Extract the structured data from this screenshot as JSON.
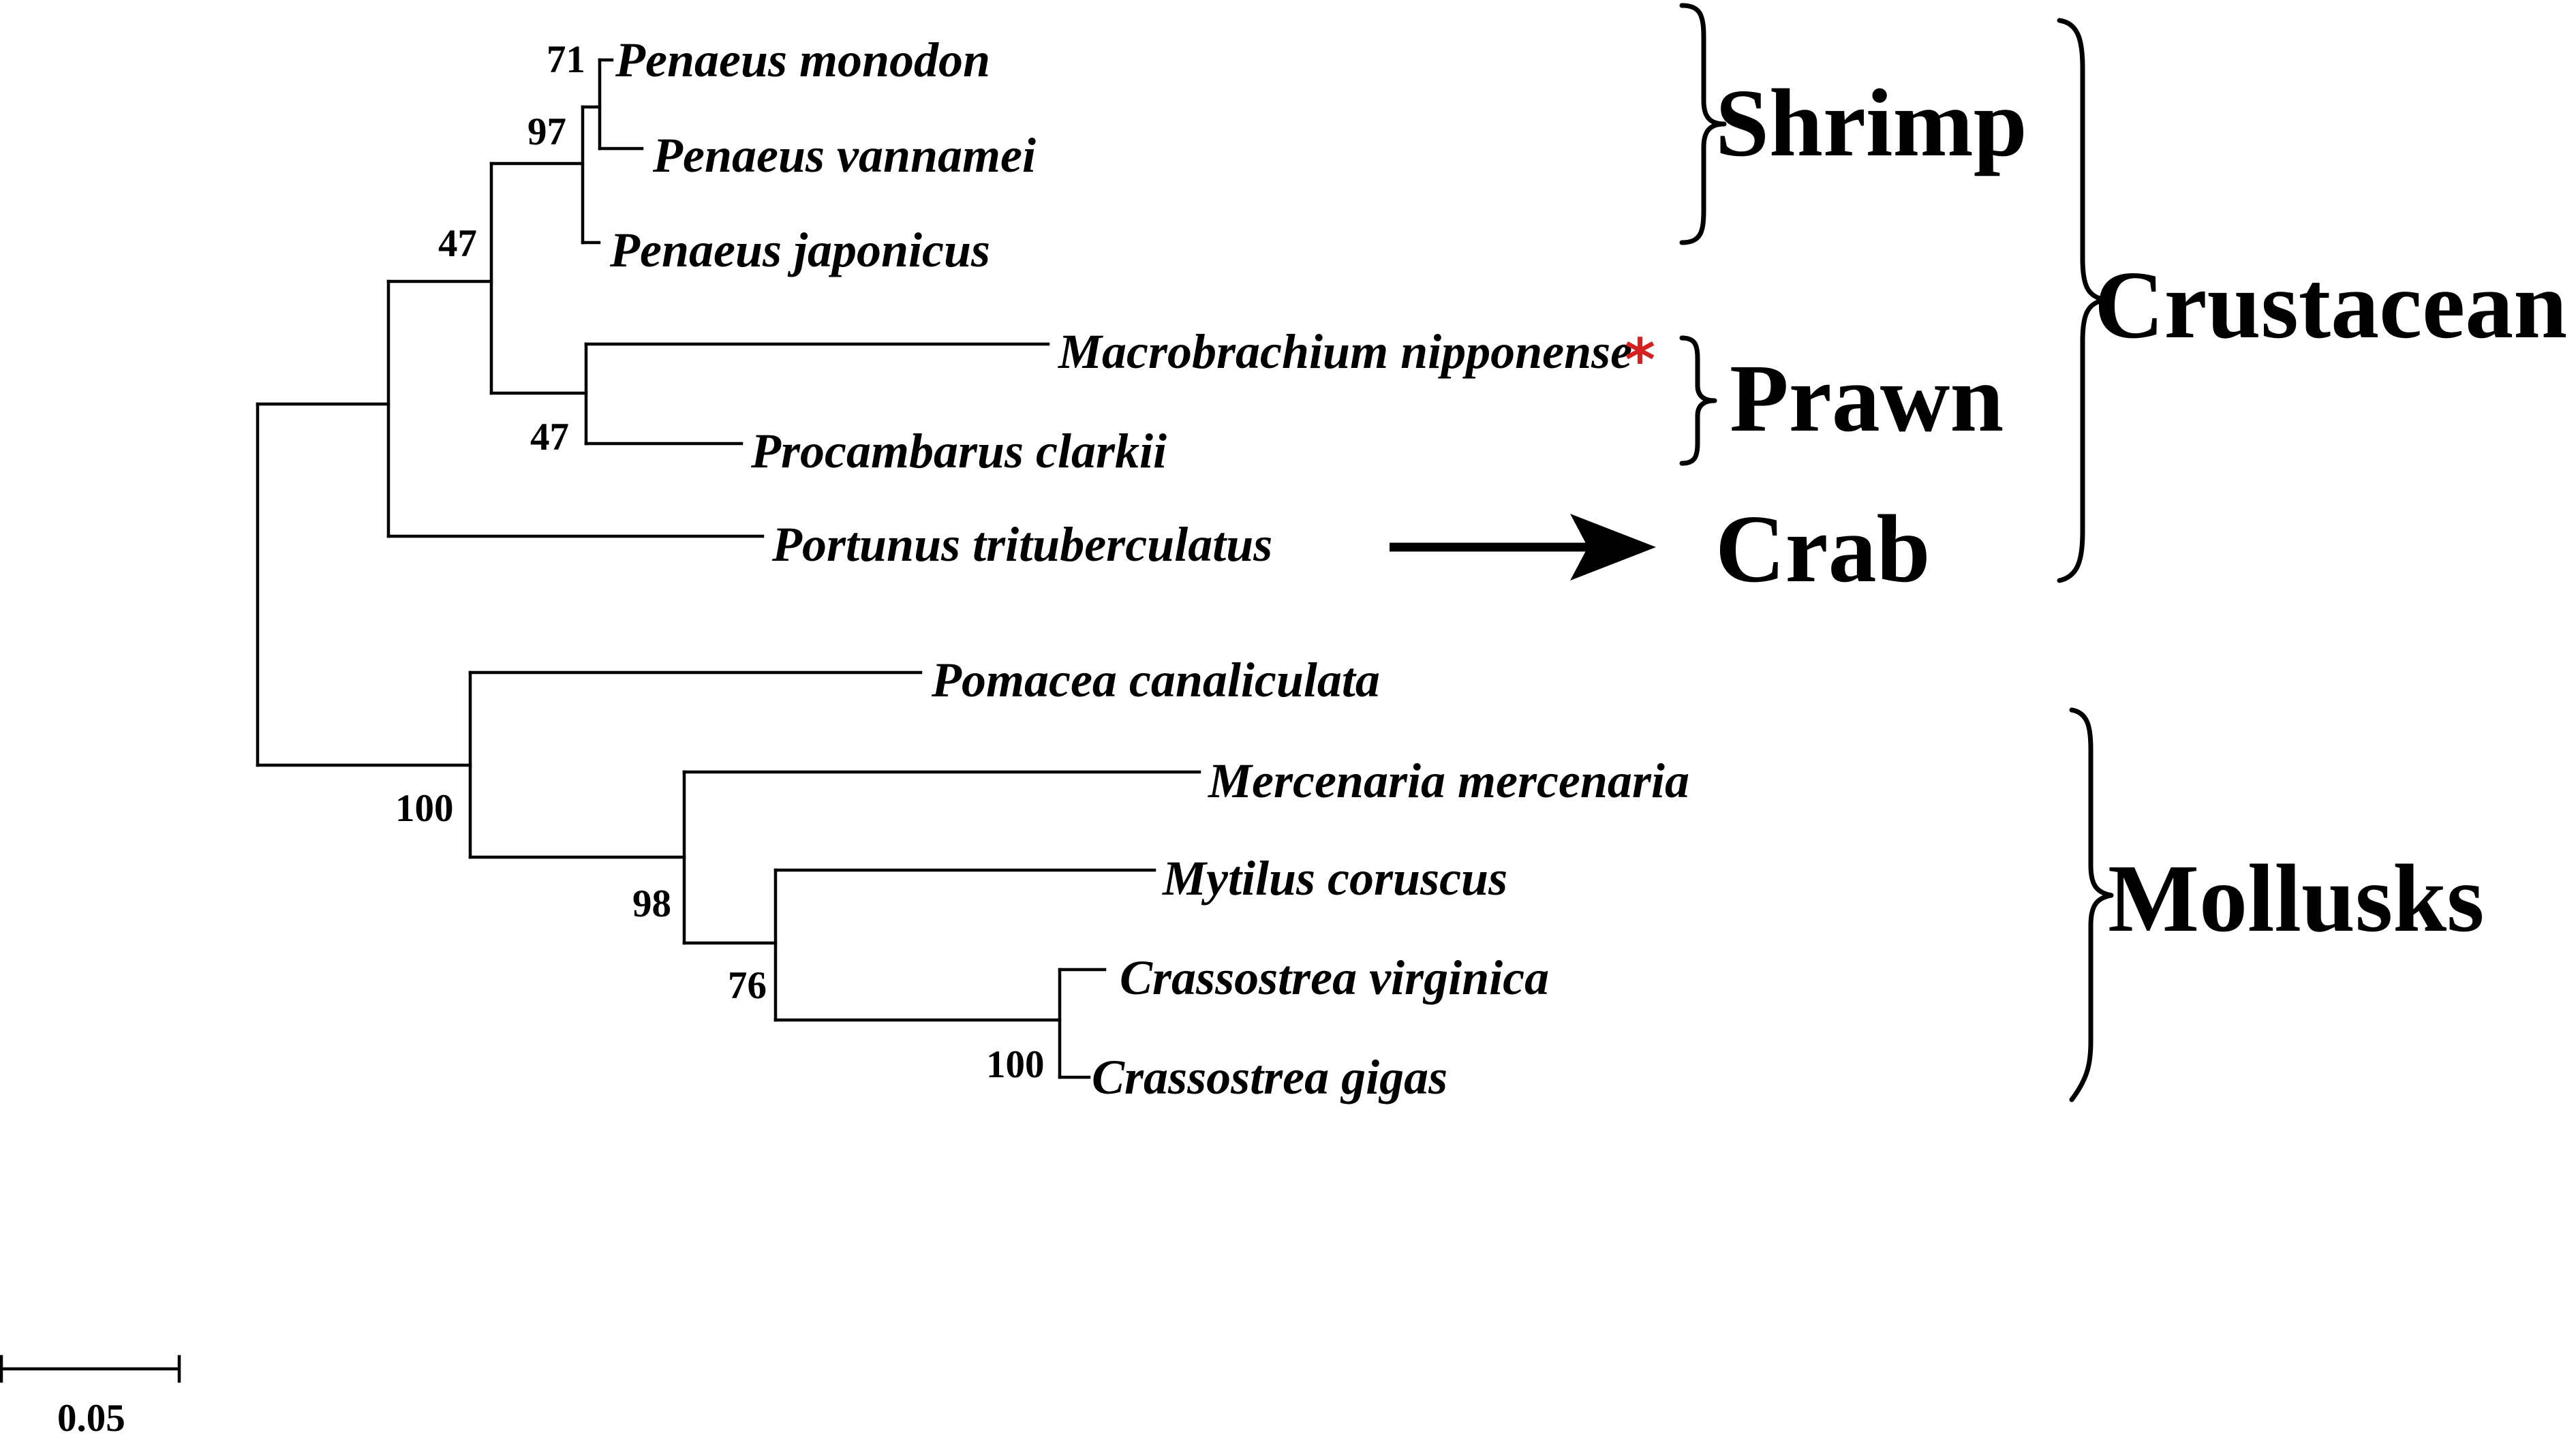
{
  "taxa": [
    "Penaeus monodon",
    "Penaeus vannamei",
    "Penaeus japonicus",
    "Macrobrachium nipponense",
    "Procambarus clarkii",
    "Portunus trituberculatus",
    "Pomacea canaliculata",
    "Mercenaria mercenaria",
    "Mytilus coruscus",
    "Crassostrea virginica",
    "Crassostrea gigas"
  ],
  "support_values": {
    "monodon_node": "71",
    "penaeus_node": "97",
    "shrimp_prawn_node": "47",
    "prawn_node": "47",
    "mollusk_root_node": "100",
    "bivalve_node": "98",
    "mytilus_oyster_node": "76",
    "oyster_node": "100"
  },
  "groups": {
    "shrimp": "Shrimp",
    "prawn": "Prawn",
    "crab": "Crab",
    "crustacean": "Crustacean",
    "mollusks": "Mollusks"
  },
  "highlight": {
    "taxon": "Macrobrachium nipponense",
    "symbol": "*",
    "color": "#d42020"
  },
  "scale_bar": {
    "label": "0.05"
  },
  "icons": {
    "crab_pointer": "arrow-right-icon",
    "group_markers": "curly-brace-icon"
  }
}
